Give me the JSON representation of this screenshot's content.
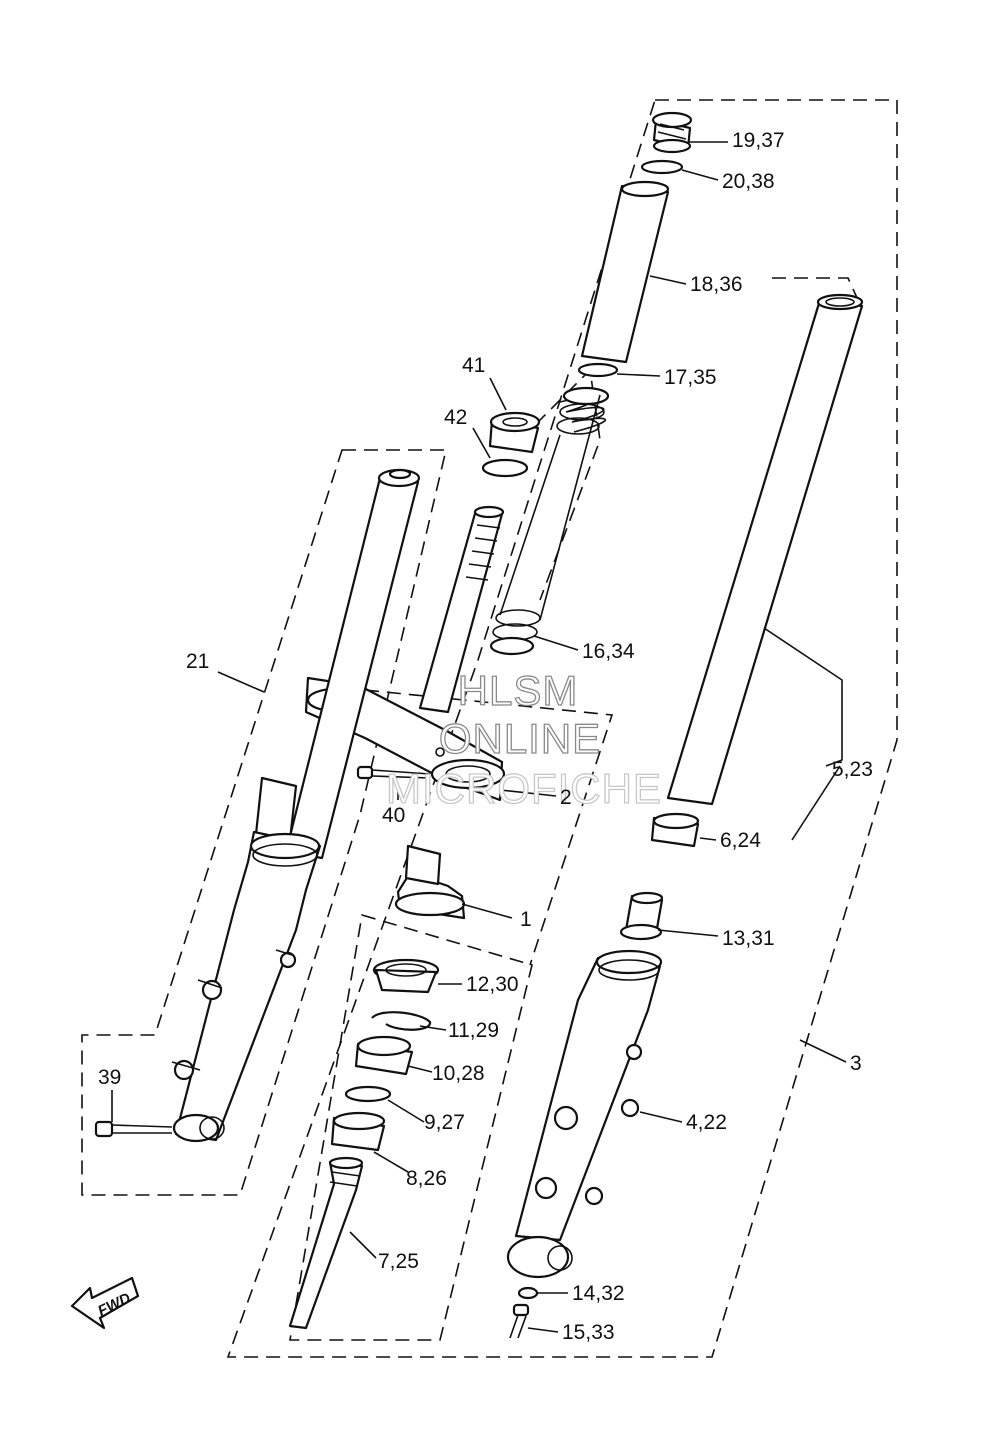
{
  "labels": {
    "p1": "1",
    "p2": "2",
    "p3": "3",
    "p4_22": "4,22",
    "p5_23": "5,23",
    "p6_24": "6,24",
    "p7_25": "7,25",
    "p8_26": "8,26",
    "p9_27": "9,27",
    "p10_28": "10,28",
    "p11_29": "11,29",
    "p12_30": "12,30",
    "p13_31": "13,31",
    "p14_32": "14,32",
    "p15_33": "15,33",
    "p16_34": "16,34",
    "p17_35": "17,35",
    "p18_36": "18,36",
    "p19_37": "19,37",
    "p20_38": "20,38",
    "p21": "21",
    "p39": "39",
    "p40": "40",
    "p41": "41",
    "p42": "42"
  },
  "watermark": {
    "line1": "HLSM",
    "line2": "ONLINE",
    "line3": "MICROFICHE"
  },
  "direction_badge": "FWD",
  "colors": {
    "ink": "#111111",
    "watermark_outline": "#8a8a8a"
  }
}
